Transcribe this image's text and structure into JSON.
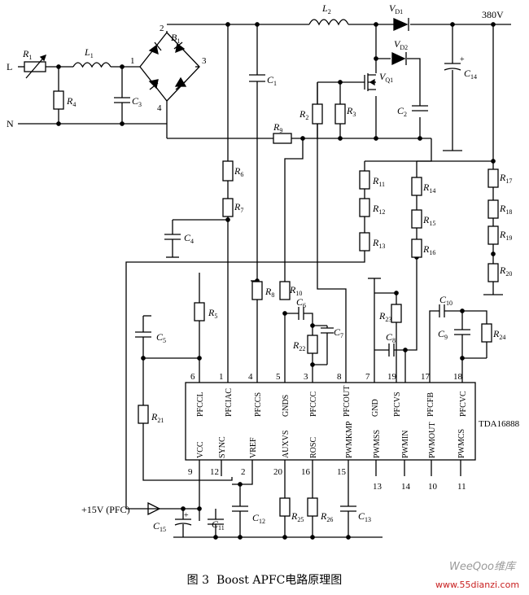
{
  "title": "Boost APFC电路原理图",
  "figure_label": "图 3",
  "watermark": {
    "brand": "WeeQoo维库",
    "url": "www.55dianzi.com"
  },
  "ic": {
    "name": "TDA16888",
    "top_pins": [
      {
        "num": "6",
        "name": "PFCCL"
      },
      {
        "num": "1",
        "name": "PFCIAC"
      },
      {
        "num": "4",
        "name": "PFCCS"
      },
      {
        "num": "5",
        "name": "GNDS"
      },
      {
        "num": "3",
        "name": "PFCCC"
      },
      {
        "num": "8",
        "name": "PFCOUT"
      },
      {
        "num": "7",
        "name": "GND"
      },
      {
        "num": "19",
        "name": "PFCVS"
      },
      {
        "num": "17",
        "name": "PFCFB"
      },
      {
        "num": "18",
        "name": "PFCVC"
      }
    ],
    "bottom_pins": [
      {
        "num": "9",
        "name": "VCC"
      },
      {
        "num": "12",
        "name": "SYNC"
      },
      {
        "num": "2",
        "name": "VREF"
      },
      {
        "num": "20",
        "name": "AUXVS"
      },
      {
        "num": "16",
        "name": "ROSC"
      },
      {
        "num": "15",
        "name": "PWMKMP"
      },
      {
        "num": "13",
        "name": "PWMSS"
      },
      {
        "num": "14",
        "name": "PWMIN"
      },
      {
        "num": "10",
        "name": "PWMOUT"
      },
      {
        "num": "11",
        "name": "PWMCS"
      }
    ]
  },
  "nets": {
    "line": "L",
    "neutral": "N",
    "output_voltage": "380V",
    "supply": "+15V (PFC)"
  },
  "bridge": {
    "name": "B",
    "sub": "1",
    "pins": [
      "1",
      "2",
      "3",
      "4"
    ]
  },
  "components": [
    {
      "id": "R1",
      "p": "R",
      "s": "1"
    },
    {
      "id": "L1",
      "p": "L",
      "s": "1"
    },
    {
      "id": "R4",
      "p": "R",
      "s": "4"
    },
    {
      "id": "C3",
      "p": "C",
      "s": "3"
    },
    {
      "id": "L2",
      "p": "L",
      "s": "2"
    },
    {
      "id": "VD1",
      "p": "V",
      "s": "D1"
    },
    {
      "id": "VD2",
      "p": "V",
      "s": "D2"
    },
    {
      "id": "VQ1",
      "p": "V",
      "s": "Q1"
    },
    {
      "id": "C1",
      "p": "C",
      "s": "1"
    },
    {
      "id": "R2",
      "p": "R",
      "s": "2"
    },
    {
      "id": "R3",
      "p": "R",
      "s": "3"
    },
    {
      "id": "C2",
      "p": "C",
      "s": "2"
    },
    {
      "id": "C14",
      "p": "C",
      "s": "14"
    },
    {
      "id": "R9",
      "p": "R",
      "s": "9"
    },
    {
      "id": "R6",
      "p": "R",
      "s": "6"
    },
    {
      "id": "R7",
      "p": "R",
      "s": "7"
    },
    {
      "id": "C4",
      "p": "C",
      "s": "4"
    },
    {
      "id": "R11",
      "p": "R",
      "s": "11"
    },
    {
      "id": "R12",
      "p": "R",
      "s": "12"
    },
    {
      "id": "R13",
      "p": "R",
      "s": "13"
    },
    {
      "id": "R14",
      "p": "R",
      "s": "14"
    },
    {
      "id": "R15",
      "p": "R",
      "s": "15"
    },
    {
      "id": "R16",
      "p": "R",
      "s": "16"
    },
    {
      "id": "R17",
      "p": "R",
      "s": "17"
    },
    {
      "id": "R18",
      "p": "R",
      "s": "18"
    },
    {
      "id": "R19",
      "p": "R",
      "s": "19"
    },
    {
      "id": "R20",
      "p": "R",
      "s": "20"
    },
    {
      "id": "R5",
      "p": "R",
      "s": "5"
    },
    {
      "id": "R8",
      "p": "R",
      "s": "8"
    },
    {
      "id": "R10",
      "p": "R",
      "s": "10"
    },
    {
      "id": "C6",
      "p": "C",
      "s": "6"
    },
    {
      "id": "C7",
      "p": "C",
      "s": "7"
    },
    {
      "id": "R22",
      "p": "R",
      "s": "22"
    },
    {
      "id": "R23",
      "p": "R",
      "s": "23"
    },
    {
      "id": "C8",
      "p": "C",
      "s": "8"
    },
    {
      "id": "C10",
      "p": "C",
      "s": "10"
    },
    {
      "id": "C9",
      "p": "C",
      "s": "9"
    },
    {
      "id": "R24",
      "p": "R",
      "s": "24"
    },
    {
      "id": "C5",
      "p": "C",
      "s": "5"
    },
    {
      "id": "R21",
      "p": "R",
      "s": "21"
    },
    {
      "id": "C15",
      "p": "C",
      "s": "15"
    },
    {
      "id": "C11",
      "p": "C",
      "s": "11"
    },
    {
      "id": "C12",
      "p": "C",
      "s": "12"
    },
    {
      "id": "R25",
      "p": "R",
      "s": "25"
    },
    {
      "id": "R26",
      "p": "R",
      "s": "26"
    },
    {
      "id": "C13",
      "p": "C",
      "s": "13"
    }
  ]
}
